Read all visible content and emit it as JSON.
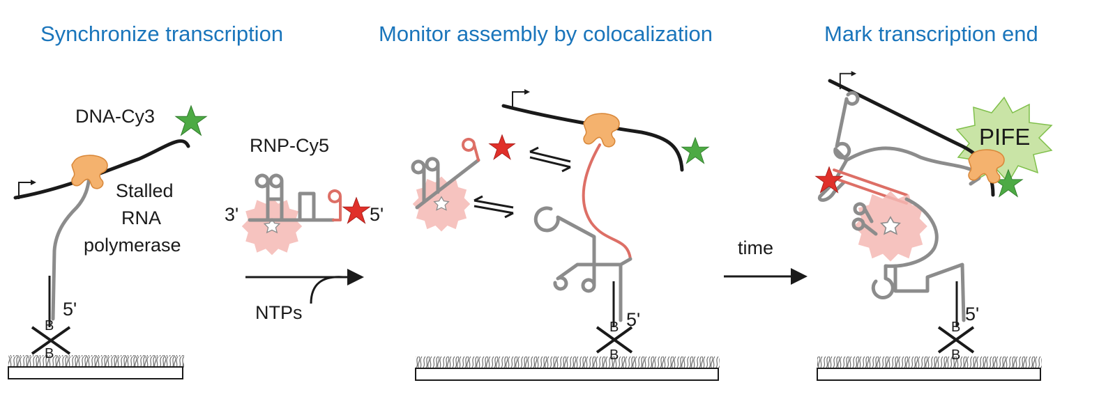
{
  "panels": [
    {
      "heading": "Synchronize transcription",
      "labels": {
        "dna": "DNA-Cy3",
        "polymerase_1": "Stalled",
        "polymerase_2": "RNA",
        "polymerase_3": "polymerase",
        "five_prime": "5'",
        "biotin_top": "B",
        "biotin_bottom": "B"
      }
    },
    {
      "heading": "Monitor assembly by colocalization",
      "labels": {
        "five_prime": "5'",
        "biotin_top": "B",
        "biotin_bottom": "B"
      }
    },
    {
      "heading": "Mark transcription end",
      "labels": {
        "pife": "PIFE",
        "five_prime": "5'",
        "biotin_top": "B",
        "biotin_bottom": "B"
      }
    }
  ],
  "transition_1": {
    "complex": "RNP-Cy5",
    "three_prime": "3'",
    "five_prime": "5'",
    "ntps": "NTPs"
  },
  "transition_2": {
    "time": "time"
  },
  "colors": {
    "heading": "#1a75bb",
    "dna": "#1a1a1a",
    "rna": "#8c8c8c",
    "rna_probe": "#dd6f66",
    "polymerase": "#f4b26e",
    "rnp": "#f4b9b4",
    "cy3_star": "#4daa44",
    "cy5_star": "#e0302a",
    "pife_burst": "#c9e4a6"
  }
}
